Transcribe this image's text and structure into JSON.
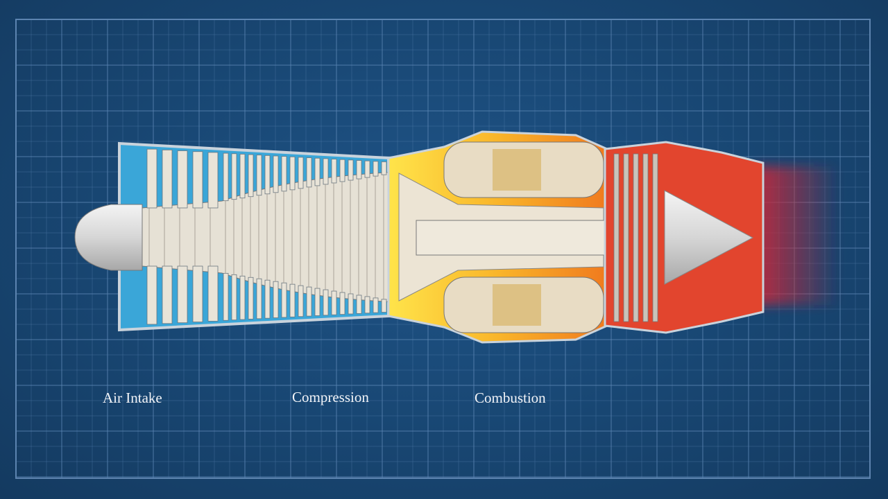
{
  "labels": {
    "air_intake": "Air Intake",
    "compression": "Compression",
    "combustion": "Combustion"
  },
  "colors": {
    "background": "#184672",
    "grid": "#5c86b4",
    "compressor_blades": "#3aa6d8",
    "combustion": "#f5a623",
    "turbine": "#e04a32",
    "core": "#e9e3d6"
  }
}
